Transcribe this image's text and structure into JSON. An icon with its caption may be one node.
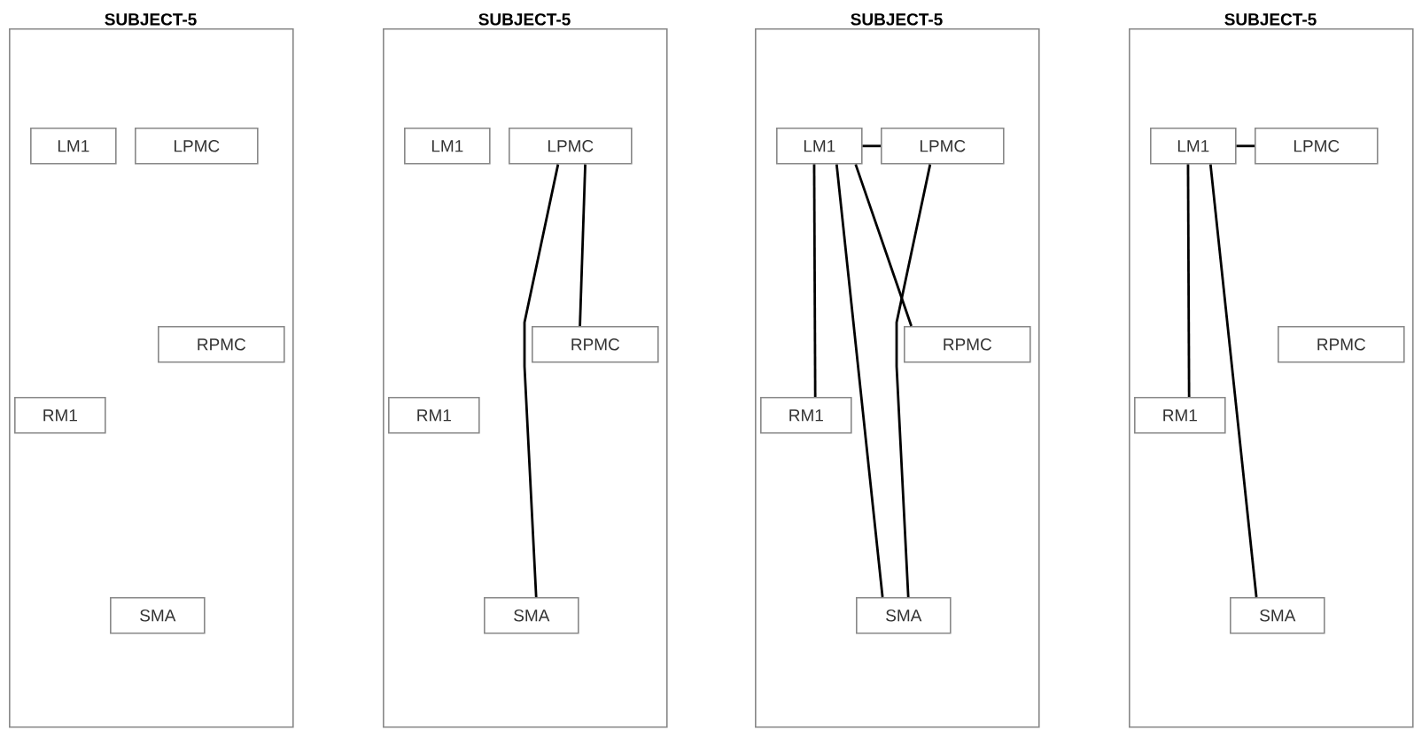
{
  "diagram": {
    "nodes": [
      {
        "text": [
          "SUBJECT-5"
        ]
      },
      {
        "text": [
          "LM1"
        ],
        "in": 0
      },
      {
        "text": [
          "LPMC"
        ],
        "in": 0
      },
      {
        "text": [
          "RPMC"
        ],
        "in": 0
      },
      {
        "text": [
          "RM1"
        ],
        "in": 0
      },
      {
        "text": [
          "SMA"
        ],
        "in": 0
      },
      {
        "text": [
          "SUBJECT-5"
        ]
      },
      {
        "text": [
          "LM1"
        ],
        "in": 6
      },
      {
        "text": [
          "LPMC"
        ],
        "in": 6
      },
      {
        "text": [
          "RPMC"
        ],
        "in": 6
      },
      {
        "text": [
          "RM1"
        ],
        "in": 6
      },
      {
        "text": [
          "SMA"
        ],
        "in": 6
      },
      {
        "text": [
          "SUBJECT-5"
        ]
      },
      {
        "text": [
          "LM1"
        ],
        "in": 12
      },
      {
        "text": [
          "LPMC"
        ],
        "in": 12
      },
      {
        "text": [
          "RPMC"
        ],
        "in": 12
      },
      {
        "text": [
          "RM1"
        ],
        "in": 12
      },
      {
        "text": [
          "SMA"
        ],
        "in": 12
      },
      {
        "text": [
          "SUBJECT-5"
        ]
      },
      {
        "text": [
          "LM1"
        ],
        "in": 18
      },
      {
        "text": [
          "LPMC"
        ],
        "in": 18
      },
      {
        "text": [
          "RPMC"
        ],
        "in": 18
      },
      {
        "text": [
          "RM1"
        ],
        "in": 18
      },
      {
        "text": [
          "SMA"
        ],
        "in": 18
      }
    ],
    "edges": [
      {
        "from": 8,
        "to": 11,
        "arrow": "none"
      },
      {
        "from": 8,
        "to": 9,
        "arrow": "none"
      },
      {
        "from": 13,
        "to": 14,
        "arrow": "none"
      },
      {
        "from": 13,
        "to": 16,
        "arrow": "none"
      },
      {
        "from": 13,
        "to": 17,
        "arrow": "none"
      },
      {
        "from": 13,
        "to": 15,
        "arrow": "none"
      },
      {
        "from": 14,
        "to": 17,
        "arrow": "none"
      },
      {
        "from": 19,
        "to": 20,
        "arrow": "none"
      },
      {
        "from": 19,
        "to": 22,
        "arrow": "none"
      },
      {
        "from": 19,
        "to": 23,
        "arrow": "none"
      }
    ]
  }
}
